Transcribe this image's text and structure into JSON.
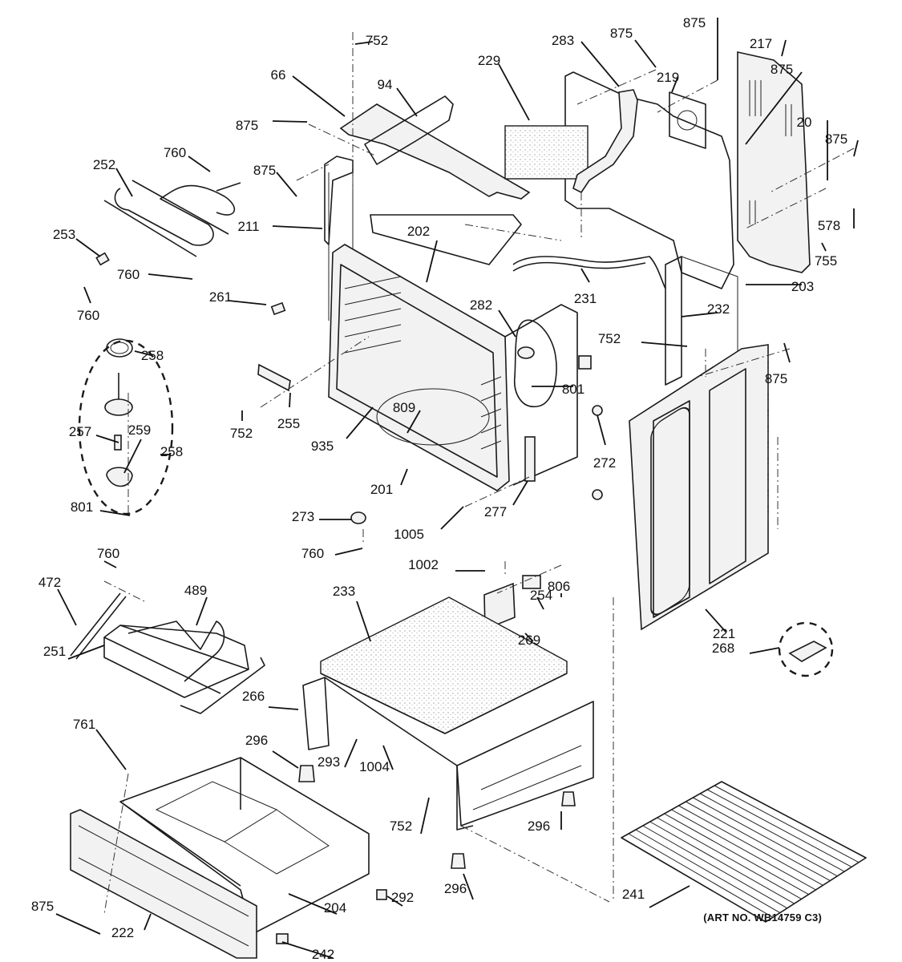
{
  "diagram": {
    "title": "Range body exploded parts diagram",
    "art_number": "(ART NO. WB14759 C3)",
    "parts": [
      {
        "id": "part-752-top",
        "label": "752"
      },
      {
        "id": "part-66",
        "label": "66"
      },
      {
        "id": "part-94",
        "label": "94"
      },
      {
        "id": "part-875-a",
        "label": "875"
      },
      {
        "id": "part-875-b",
        "label": "875"
      },
      {
        "id": "part-211",
        "label": "211"
      },
      {
        "id": "part-760-a",
        "label": "760"
      },
      {
        "id": "part-252",
        "label": "252"
      },
      {
        "id": "part-253",
        "label": "253"
      },
      {
        "id": "part-760-b",
        "label": "760"
      },
      {
        "id": "part-760-c",
        "label": "760"
      },
      {
        "id": "part-261",
        "label": "261"
      },
      {
        "id": "part-202",
        "label": "202"
      },
      {
        "id": "part-229",
        "label": "229"
      },
      {
        "id": "part-283",
        "label": "283"
      },
      {
        "id": "part-875-c",
        "label": "875"
      },
      {
        "id": "part-219",
        "label": "219"
      },
      {
        "id": "part-875-d",
        "label": "875"
      },
      {
        "id": "part-217",
        "label": "217"
      },
      {
        "id": "part-875-e",
        "label": "875"
      },
      {
        "id": "part-20",
        "label": "20"
      },
      {
        "id": "part-875-f",
        "label": "875"
      },
      {
        "id": "part-578",
        "label": "578"
      },
      {
        "id": "part-755",
        "label": "755"
      },
      {
        "id": "part-203",
        "label": "203"
      },
      {
        "id": "part-231",
        "label": "231"
      },
      {
        "id": "part-232",
        "label": "232"
      },
      {
        "id": "part-282",
        "label": "282"
      },
      {
        "id": "part-752-mid",
        "label": "752"
      },
      {
        "id": "part-875-g",
        "label": "875"
      },
      {
        "id": "part-801-a",
        "label": "801"
      },
      {
        "id": "part-258-a",
        "label": "258"
      },
      {
        "id": "part-257",
        "label": "257"
      },
      {
        "id": "part-259",
        "label": "259"
      },
      {
        "id": "part-258-b",
        "label": "258"
      },
      {
        "id": "part-801-b",
        "label": "801"
      },
      {
        "id": "part-752-left",
        "label": "752"
      },
      {
        "id": "part-255",
        "label": "255"
      },
      {
        "id": "part-935",
        "label": "935"
      },
      {
        "id": "part-809",
        "label": "809"
      },
      {
        "id": "part-201",
        "label": "201"
      },
      {
        "id": "part-272",
        "label": "272"
      },
      {
        "id": "part-277",
        "label": "277"
      },
      {
        "id": "part-273",
        "label": "273"
      },
      {
        "id": "part-760-d",
        "label": "760"
      },
      {
        "id": "part-1005",
        "label": "1005"
      },
      {
        "id": "part-760-e",
        "label": "760"
      },
      {
        "id": "part-472",
        "label": "472"
      },
      {
        "id": "part-489",
        "label": "489"
      },
      {
        "id": "part-251",
        "label": "251"
      },
      {
        "id": "part-1002",
        "label": "1002"
      },
      {
        "id": "part-806",
        "label": "806"
      },
      {
        "id": "part-254",
        "label": "254"
      },
      {
        "id": "part-233",
        "label": "233"
      },
      {
        "id": "part-269",
        "label": "269"
      },
      {
        "id": "part-221",
        "label": "221"
      },
      {
        "id": "part-268",
        "label": "268"
      },
      {
        "id": "part-266",
        "label": "266"
      },
      {
        "id": "part-761",
        "label": "761"
      },
      {
        "id": "part-296-a",
        "label": "296"
      },
      {
        "id": "part-293",
        "label": "293"
      },
      {
        "id": "part-1004",
        "label": "1004"
      },
      {
        "id": "part-296-b",
        "label": "296"
      },
      {
        "id": "part-752-bot",
        "label": "752"
      },
      {
        "id": "part-296-c",
        "label": "296"
      },
      {
        "id": "part-875-h",
        "label": "875"
      },
      {
        "id": "part-292",
        "label": "292"
      },
      {
        "id": "part-204",
        "label": "204"
      },
      {
        "id": "part-222",
        "label": "222"
      },
      {
        "id": "part-242",
        "label": "242"
      },
      {
        "id": "part-241",
        "label": "241"
      }
    ]
  }
}
